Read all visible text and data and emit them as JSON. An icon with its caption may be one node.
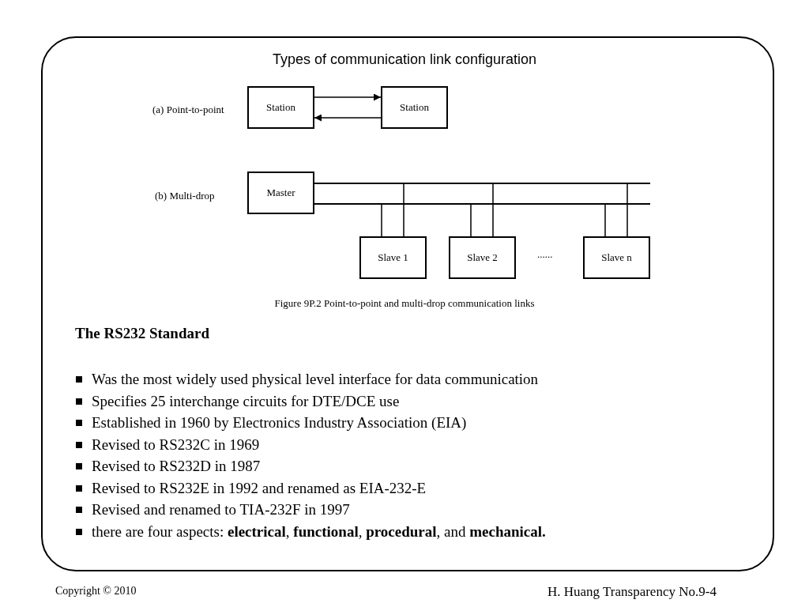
{
  "diagram": {
    "title": "Types of communication link configuration",
    "caption": "Figure 9P.2 Point-to-point and  multi-drop communication links",
    "nodes": [
      {
        "text": [
          "Station"
        ]
      },
      {
        "text": [
          "Station"
        ]
      },
      {
        "text": [
          "Master"
        ]
      },
      {
        "text": [
          "Slave 1"
        ]
      },
      {
        "text": [
          "Slave 2"
        ]
      },
      {
        "text": [
          "Slave n"
        ]
      }
    ],
    "edges": [
      {
        "from": 0,
        "to": 1,
        "arrow": "to"
      },
      {
        "from": 1,
        "to": 0,
        "arrow": "to"
      },
      {
        "from": 2,
        "to": 3,
        "arrow": "none"
      },
      {
        "from": 2,
        "to": 4,
        "arrow": "none"
      },
      {
        "from": 2,
        "to": 5,
        "arrow": "none"
      }
    ],
    "labels": [
      "(a) Point-to-point",
      "(b) Multi-drop",
      "......",
      "The RS232 Standard",
      "Was the most widely used physical level interface for data communication",
      "Specifies 25 interchange circuits for DTE/DCE use",
      "Established in 1960 by Electronics Industry Association (EIA)",
      "Revised to RS232C in 1969",
      "Revised to RS232D in 1987",
      "Revised to RS232E in 1992 and renamed as EIA-232-E",
      "Revised and renamed to TIA-232F in 1997",
      "there are four aspects: **electrical**, **functional**, **procedural**, and **mechanical.**",
      "Copyright © 2010",
      "H. Huang Transparency No.9-4"
    ]
  }
}
